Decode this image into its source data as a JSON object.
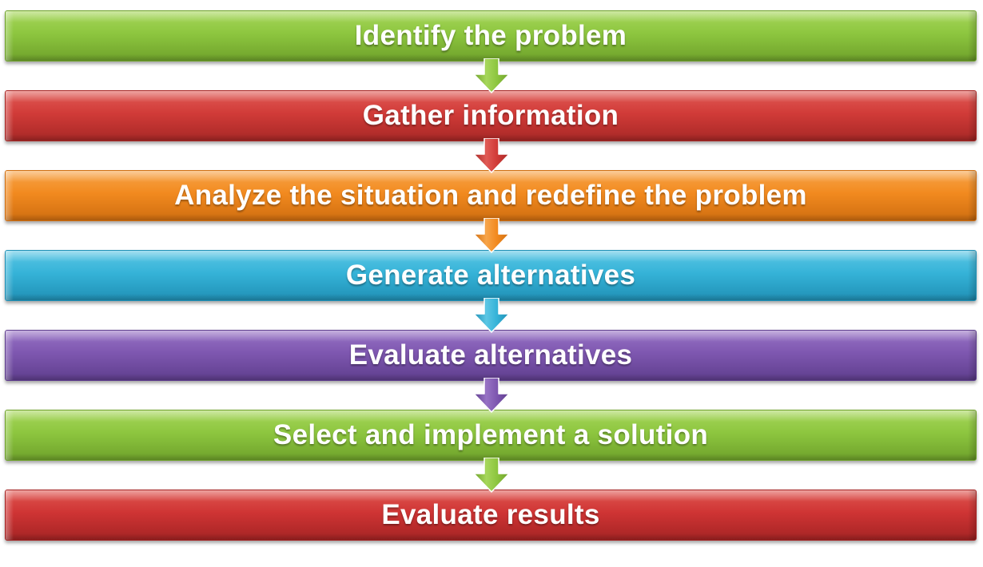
{
  "steps": [
    {
      "label": "Identify the problem",
      "color": "#8dc63f",
      "color_light": "#a6d65a",
      "color_dark": "#6fa22b"
    },
    {
      "label": "Gather information",
      "color": "#d13b38",
      "color_light": "#e05a55",
      "color_dark": "#a82826"
    },
    {
      "label": "Analyze the situation and redefine the problem",
      "color": "#f28a1f",
      "color_light": "#f7a449",
      "color_dark": "#d06e10"
    },
    {
      "label": "Generate alternatives",
      "color": "#35b3d8",
      "color_light": "#5bc6e4",
      "color_dark": "#2090b5"
    },
    {
      "label": "Evaluate alternatives",
      "color": "#7e57b0",
      "color_light": "#9772c4",
      "color_dark": "#5f3e8e"
    },
    {
      "label": "Select and implement a solution",
      "color": "#8dc63f",
      "color_light": "#a6d65a",
      "color_dark": "#6fa22b"
    },
    {
      "label": "Evaluate results",
      "color": "#cf3434",
      "color_light": "#df5650",
      "color_dark": "#a52424"
    }
  ],
  "connector_icon": "down-arrow-icon"
}
